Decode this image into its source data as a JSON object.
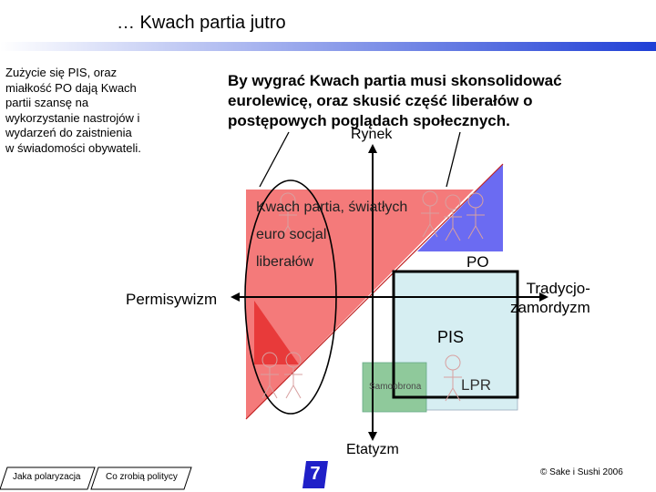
{
  "header": {
    "title": "… Kwach partia jutro",
    "bar_gradient": [
      "#ffffff",
      "#1f3fd6"
    ]
  },
  "notes": {
    "left": "Zużycie się PIS, oraz miałkość PO dają Kwach partii szansę na wykorzystanie nastrojów i wydarzeń do zaistnienia w świadomości obywateli.",
    "main": "By wygrać Kwach partia musi skonsolidować eurolewicę, oraz skusić część liberałów o postępowych poglądach społecznych."
  },
  "diagram": {
    "axis_top": "Rynek",
    "axis_bottom": "Etatyzm",
    "axis_left": "Permisywizm",
    "axis_right": "Tradycjo-\nzamordyzm",
    "kwach_lines": [
      "Kwach partia, światłych",
      "euro socjal",
      "liberałów"
    ],
    "parties": {
      "po": "PO",
      "pis": "PIS",
      "samoobrona": "Samoobrona",
      "lpr": "LPR"
    },
    "colors": {
      "kwach_region": "#f47a7a",
      "kwach_dark": "#e83a3a",
      "po_region": "#6b6bf2",
      "pis_region": "#d6eef2",
      "samoobrona_region": "#8fc99b",
      "lpr_border": "#000000"
    }
  },
  "footer": {
    "button_1": "Jaka polaryzacja",
    "button_2": "Co zrobią politycy",
    "page_number": "7",
    "copyright": "© Sake i Sushi 2006"
  }
}
